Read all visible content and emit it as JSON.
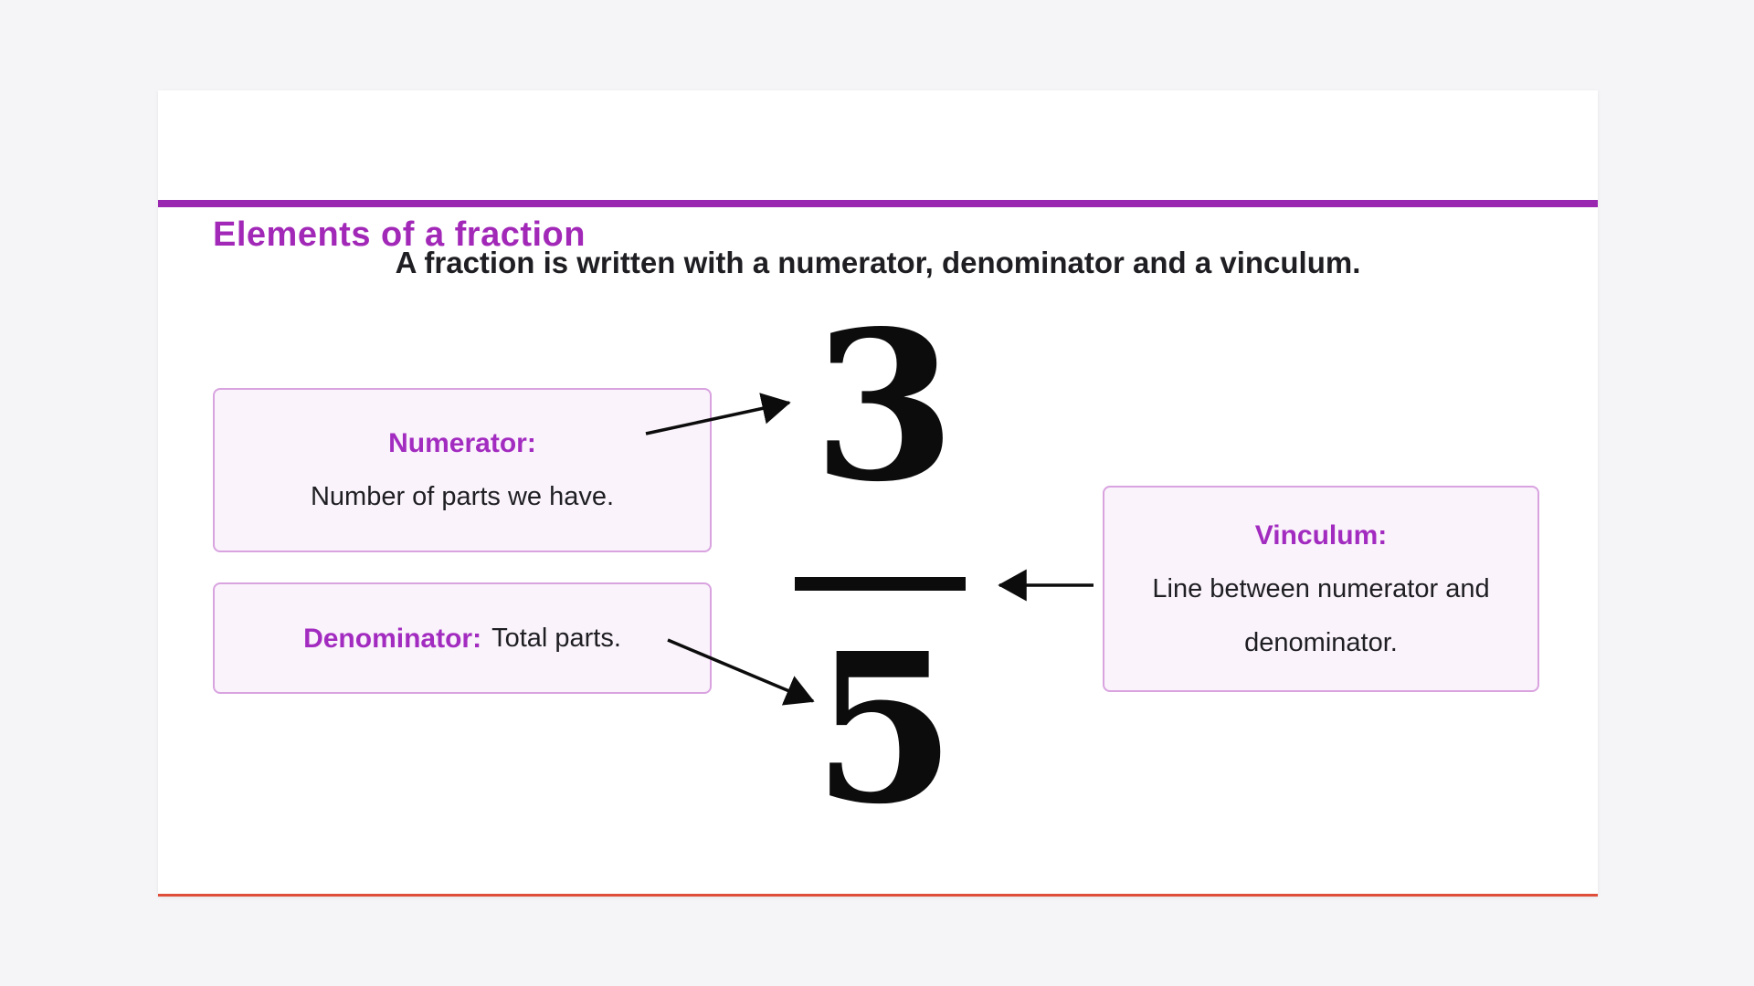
{
  "header": {
    "title": "Elements of a fraction"
  },
  "lesson": {
    "subtitle": "A fraction is written with a numerator, denominator and a vinculum."
  },
  "fraction": {
    "numerator": "3",
    "denominator": "5"
  },
  "callouts": {
    "numerator": {
      "label": "Numerator:",
      "description": "Number of parts we have."
    },
    "denominator": {
      "label": "Denominator:",
      "description": "Total parts."
    },
    "vinculum": {
      "label": "Vinculum:",
      "description": "Line between numerator and denominator."
    }
  },
  "icons": {
    "numerator_arrow": "arrow-up-right",
    "denominator_arrow": "arrow-down-right",
    "vinculum_arrow": "arrow-left"
  },
  "colors": {
    "page-bg": "#f5f5f7",
    "card-bg": "#ffffff",
    "accent-purple": "#a228b8",
    "divider-purple": "#9a27b0",
    "label-purple": "#a32cc0",
    "callout-bg": "#faf3fb",
    "callout-border": "#d9a3e0",
    "text-dark": "#1f1f23",
    "ink-black": "#0c0c0c",
    "bottom-line-red": "#df4d3b"
  }
}
